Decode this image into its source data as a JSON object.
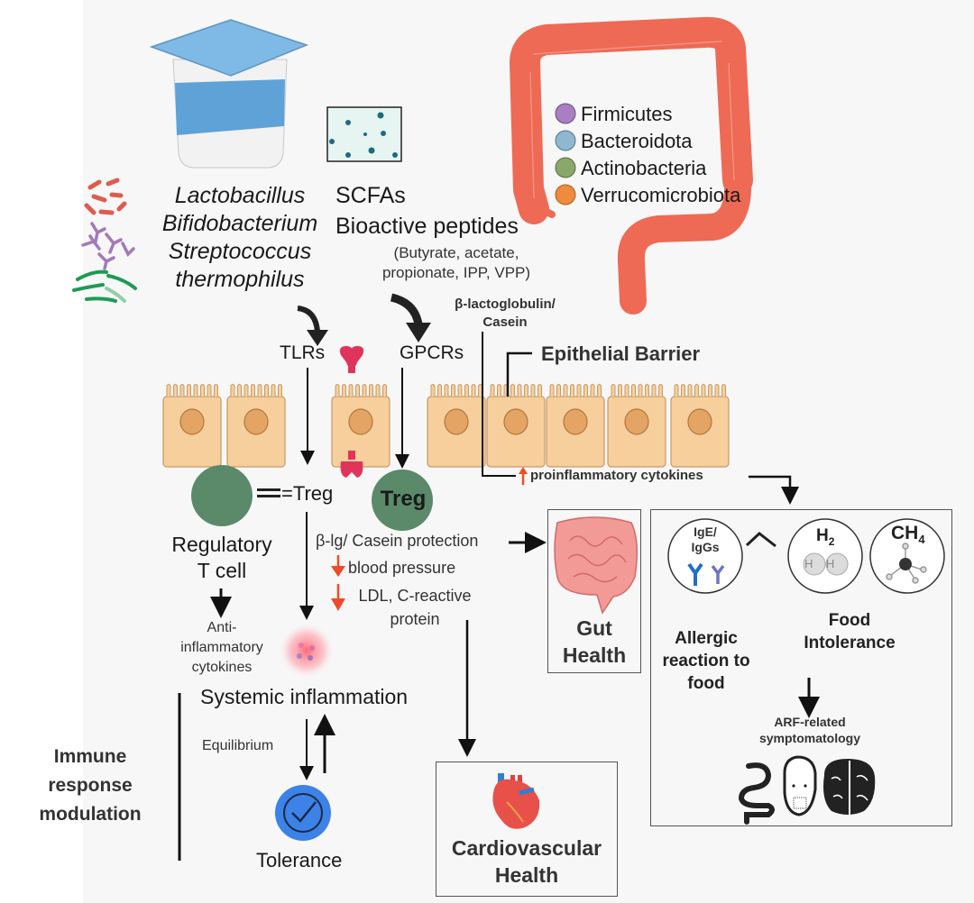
{
  "probiotics": {
    "species": [
      "Lactobacillus",
      "Bifidobacterium",
      "Streptococcus",
      "thermophilus"
    ]
  },
  "metabolites": {
    "line1": "SCFAs",
    "line2": "Bioactive peptides",
    "detail1": "(Butyrate, acetate,",
    "detail2": "propionate, IPP, VPP)"
  },
  "phyla": [
    {
      "name": "Firmicutes",
      "color": "#a97fc2"
    },
    {
      "name": "Bacteroidota",
      "color": "#8db8cf"
    },
    {
      "name": "Actinobacteria",
      "color": "#8aa86b"
    },
    {
      "name": "Verrucomicrobiota",
      "color": "#f08a3c"
    }
  ],
  "proteins": {
    "line1": "β-lactoglobulin/",
    "line2": "Casein"
  },
  "receptors": {
    "tlr": "TLRs",
    "gpcr": "GPCRs"
  },
  "epithelial_barrier": "Epithelial Barrier",
  "proinflammatory": "proinflammatory cytokines",
  "treg": {
    "equals": "=Treg",
    "circle_label": "Treg",
    "name_line1": "Regulatory",
    "name_line2": "T cell"
  },
  "anti_inflammatory": [
    "Anti-",
    "inflammatory",
    "cytokines"
  ],
  "protection": {
    "title": "β-lg/ Casein protection",
    "effect1": "blood pressure",
    "effect2_line1": "LDL, C-reactive",
    "effect2_line2": "protein"
  },
  "systemic_inflammation": "Systemic inflammation",
  "equilibrium": "Equilibrium",
  "tolerance": "Tolerance",
  "immune_modulation": [
    "Immune",
    "response",
    "modulation"
  ],
  "gut_health": [
    "Gut",
    "Health"
  ],
  "cardiovascular_health": [
    "Cardiovascular",
    "Health"
  ],
  "adverse": {
    "antibodies": [
      "IgE/",
      "IgGs"
    ],
    "h2": "H",
    "h2_sub": "2",
    "ch4": "CH",
    "ch4_sub": "4",
    "allergic": [
      "Allergic",
      "reaction to",
      "food"
    ],
    "intolerance": [
      "Food",
      "Intolerance"
    ],
    "arf": [
      "ARF-related",
      "symptomatology"
    ]
  },
  "colors": {
    "colon": "#ee6a55",
    "epithelium": "#f7cf9c",
    "nucleus": "#e3a464",
    "treg": "#5a8a6a",
    "receptor": "#e0345a",
    "down_arrow": "#f04a2a",
    "tolerance": "#3d82e6"
  }
}
